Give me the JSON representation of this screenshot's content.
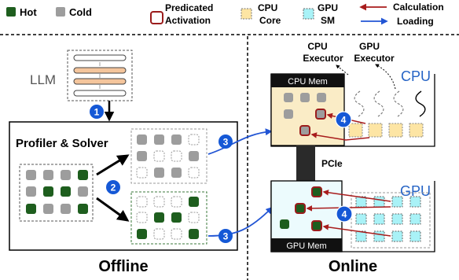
{
  "legend": {
    "hot": "Hot",
    "cold": "Cold",
    "predicated": [
      "Predicated",
      "Activation"
    ],
    "cpu_core": [
      "CPU",
      "Core"
    ],
    "gpu_sm": [
      "GPU",
      "SM"
    ],
    "calculation": "Calculation",
    "loading": "Loading"
  },
  "offline": {
    "llm_label": "LLM",
    "profiler_label": "Profiler & Solver",
    "section_label": "Offline"
  },
  "online": {
    "cpu_executor": [
      "CPU",
      "Executor"
    ],
    "gpu_executor": [
      "GPU",
      "Executor"
    ],
    "cpu_label": "CPU",
    "cpu_mem": "CPU Mem",
    "pcie": "PCIe",
    "gpu_label": "GPU",
    "gpu_mem": "GPU Mem",
    "section_label": "Online"
  },
  "steps": {
    "s1": "1",
    "s2": "2",
    "s3a": "3",
    "s3b": "3",
    "s4a": "4",
    "s4b": "4"
  },
  "colors": {
    "hot": "#1e5e1e",
    "cold": "#9d9d9d",
    "predicated_border": "#9b1c1c",
    "cpu_core_fill": "#fde5a4",
    "gpu_sm_fill": "#a9f2f7",
    "calc_arrow": "#a81c1c",
    "load_arrow": "#2255d4",
    "step_circle": "#1558d6",
    "cpu_mem_fill": "#faecc6",
    "gpu_mem_fill": "#ecfbfd"
  }
}
